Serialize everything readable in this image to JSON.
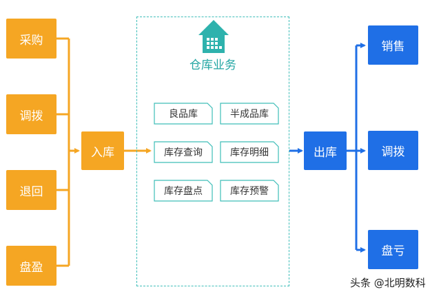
{
  "colors": {
    "accent_orange": "#f5a623",
    "accent_blue": "#1f6fe6",
    "accent_teal": "#22a6a3"
  },
  "sources": [
    "采购",
    "调拨",
    "退回",
    "盘盈"
  ],
  "inbound": "入库",
  "warehouse": {
    "title": "仓库业务",
    "icon": "warehouse-house-icon",
    "functions": [
      "良品库",
      "半成品库",
      "库存查询",
      "库存明细",
      "库存盘点",
      "库存预警"
    ]
  },
  "outbound": "出库",
  "destinations": [
    "销售",
    "调拨",
    "盘亏"
  ],
  "watermark": "头条 @北明数科"
}
